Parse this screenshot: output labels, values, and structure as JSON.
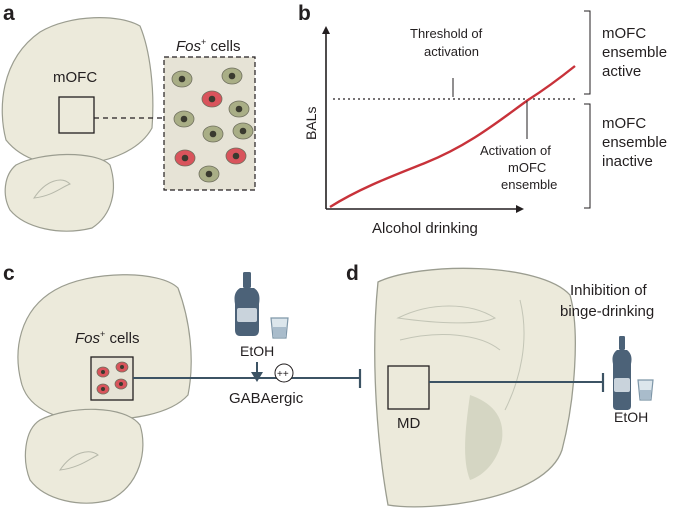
{
  "colors": {
    "tissue": "#eceadb",
    "tissue_stroke": "#9b9d90",
    "box_fill": "#e6e3d6",
    "cell_green": "#a9ae86",
    "cell_red": "#d9545c",
    "nucleus": "#3a3a2f",
    "axis": "#231f20",
    "curve": "#c8323a",
    "connector": "#3c5364",
    "bottle": "#4c6278"
  },
  "panel_a": {
    "letter": "a",
    "region_label": "mOFC",
    "fos_italic": "Fos",
    "fos_sup": "+",
    "fos_rest": " cells"
  },
  "panel_b": {
    "letter": "b",
    "ylabel": "BALs",
    "xlabel": "Alcohol drinking",
    "threshold_line1": "Threshold of",
    "threshold_line2": "activation",
    "activation_line1": "Activation of",
    "activation_line2": "mOFC",
    "activation_line3": "ensemble",
    "active_line1": "mOFC",
    "active_line2": "ensemble",
    "active_line3": "active",
    "inactive_line1": "mOFC",
    "inactive_line2": "ensemble",
    "inactive_line3": "inactive"
  },
  "panel_c": {
    "letter": "c",
    "fos_italic": "Fos",
    "fos_sup": "+",
    "fos_rest": " cells",
    "bottle_label": "EtOH",
    "plus_badge": "++",
    "pathway_label": "GABAergic"
  },
  "panel_d": {
    "letter": "d",
    "region_label": "MD",
    "inhibition_line1": "Inhibition of",
    "inhibition_line2": "binge-drinking",
    "bottle_label": "EtOH"
  }
}
